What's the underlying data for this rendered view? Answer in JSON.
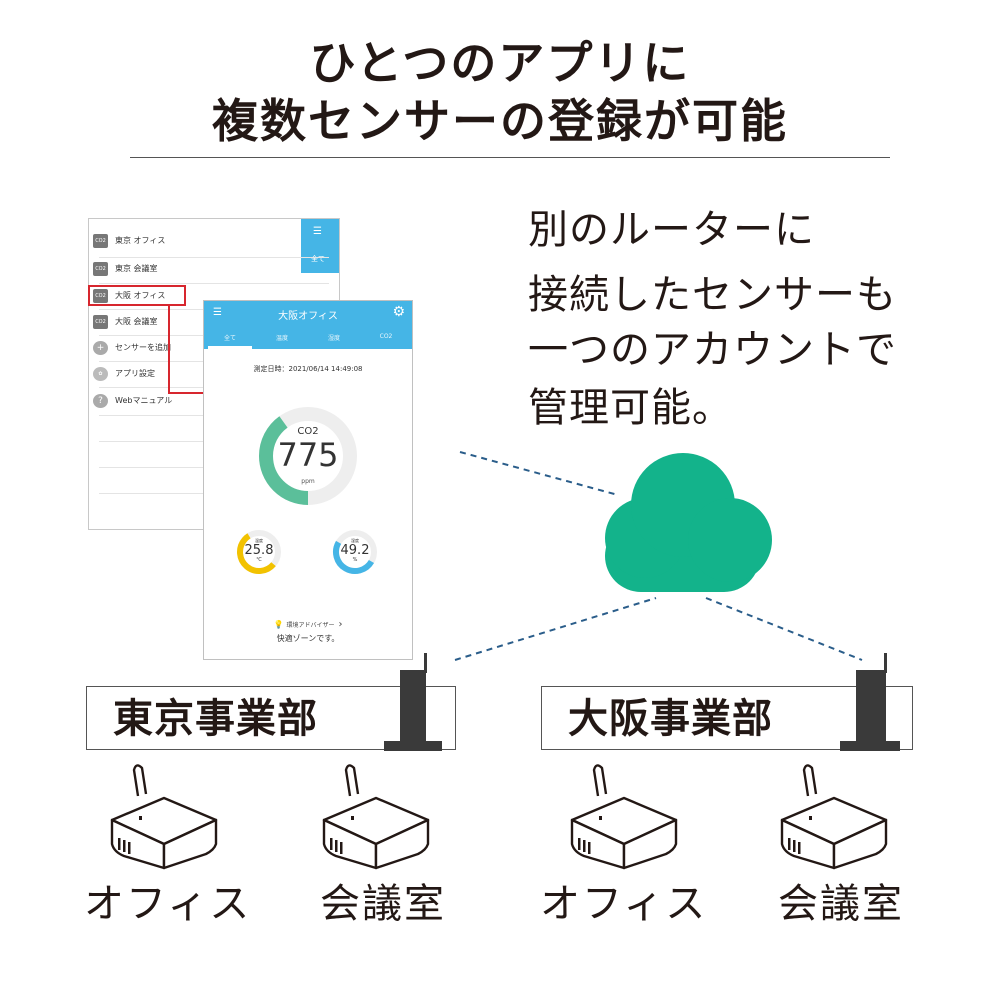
{
  "headline": {
    "line1": "ひとつのアプリに",
    "line2": "複数センサーの登録が可能"
  },
  "description": {
    "lines": [
      "別のルーターに",
      "接続したセンサーも",
      "一つのアカウントで",
      "管理可能。"
    ]
  },
  "menu_screen": {
    "header_all": "全て",
    "items": [
      {
        "icon": "co2-sensor-icon",
        "icon_text": "CO2",
        "label": "東京 オフィス"
      },
      {
        "icon": "co2-sensor-icon",
        "icon_text": "CO2",
        "label": "東京 会議室"
      },
      {
        "icon": "co2-sensor-icon",
        "icon_text": "CO2",
        "label": "大阪 オフィス"
      },
      {
        "icon": "co2-sensor-icon",
        "icon_text": "CO2",
        "label": "大阪 会議室"
      },
      {
        "icon": "plus-icon",
        "icon_text": "+",
        "label": "センサーを追加"
      },
      {
        "icon": "gear-icon",
        "icon_text": "",
        "label": "アプリ設定"
      },
      {
        "icon": "help-icon",
        "icon_text": "?",
        "label": "Webマニュアル"
      }
    ]
  },
  "detail_screen": {
    "title": "大阪オフィス",
    "tabs": [
      "全て",
      "温度",
      "湿度",
      "CO2"
    ],
    "active_tab": 0,
    "measured_at": "測定日時：2021/06/14 14:49:08",
    "co2": {
      "label": "CO2",
      "value": "775",
      "unit": "ppm",
      "level": 0.4
    },
    "temperature": {
      "label": "温度",
      "value": "25.8",
      "unit": "℃",
      "level": 0.55
    },
    "humidity": {
      "label": "湿度",
      "value": "49.2",
      "unit": "%",
      "level": 0.5
    },
    "advisor": "環境アドバイザー",
    "comfort": "快適ゾーンです。",
    "colors": {
      "header": "#45b5e6",
      "co2": "#5bbf9a",
      "temperature": "#f2c200",
      "humidity": "#45b5e6"
    }
  },
  "sites": [
    {
      "name": "東京事業部",
      "sensors": [
        "オフィス",
        "会議室"
      ]
    },
    {
      "name": "大阪事業部",
      "sensors": [
        "オフィス",
        "会議室"
      ]
    }
  ],
  "colors": {
    "cloud": "#13b38b",
    "lines": "#2a5d8a",
    "highlight": "#d7262e"
  }
}
